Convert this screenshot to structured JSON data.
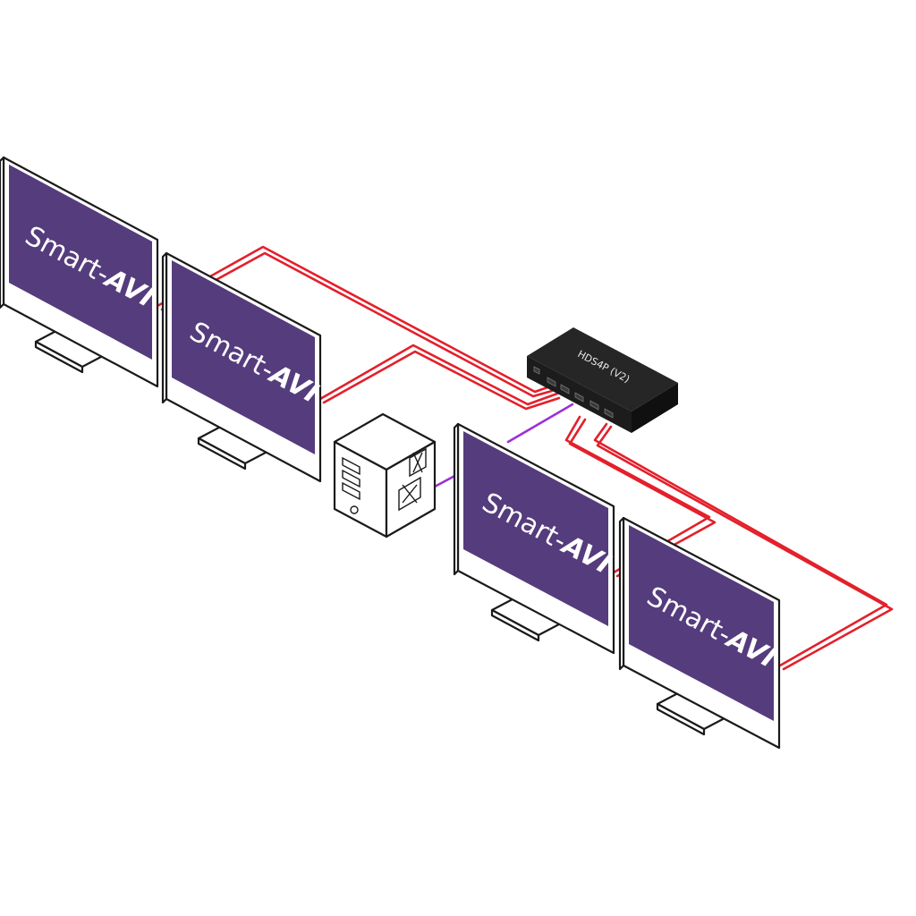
{
  "colors": {
    "screen": "#553c7d",
    "hdmi_cable": "#e3202b",
    "usb_cable": "#9b30d9",
    "device_body": "#1c1c1c"
  },
  "monitors": [
    {
      "brand": "Smart-",
      "brand_suffix": "AVI",
      "icon": "monitor-icon"
    },
    {
      "brand": "Smart-",
      "brand_suffix": "AVI",
      "icon": "monitor-icon"
    },
    {
      "brand": "Smart-",
      "brand_suffix": "AVI",
      "icon": "monitor-icon"
    },
    {
      "brand": "Smart-",
      "brand_suffix": "AVI",
      "icon": "monitor-icon"
    }
  ],
  "splitter": {
    "label": "HDS4P (V2)",
    "icon": "splitter-box-icon"
  },
  "computer": {
    "icon": "pc-tower-icon"
  }
}
